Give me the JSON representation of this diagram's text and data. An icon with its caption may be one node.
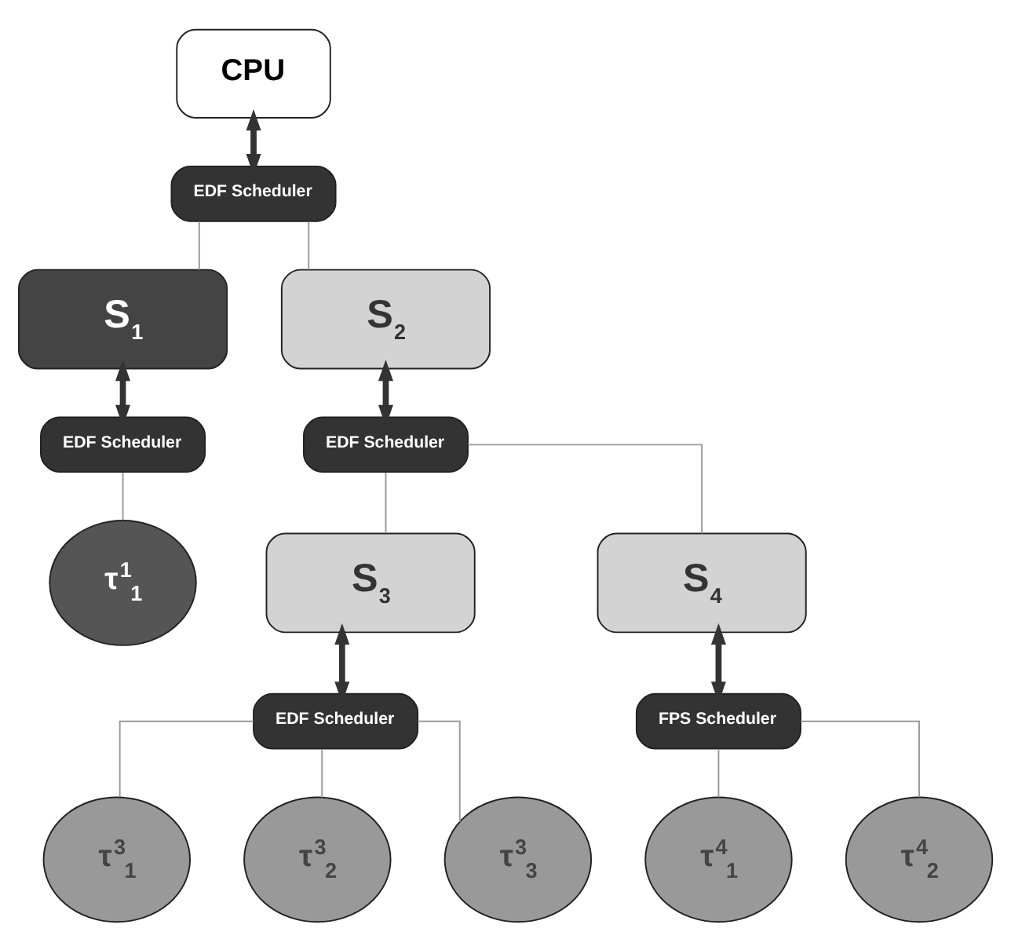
{
  "diagram": {
    "nodes": [
      {
        "text": [
          "CPU"
        ]
      },
      {
        "text": [
          "EDF Scheduler"
        ]
      },
      {
        "text": [
          "S$_{1}$"
        ]
      },
      {
        "text": [
          "S$_{2}$"
        ]
      },
      {
        "text": [
          "EDF Scheduler"
        ]
      },
      {
        "text": [
          "EDF Scheduler"
        ]
      },
      {
        "text": [
          "τ$^{1}$$_{1}$"
        ]
      },
      {
        "text": [
          "S$_{3}$"
        ]
      },
      {
        "text": [
          "S$_{4}$"
        ]
      },
      {
        "text": [
          "EDF Scheduler"
        ]
      },
      {
        "text": [
          "FPS Scheduler"
        ]
      },
      {
        "text": [
          "τ$^{3}$$_{1}$"
        ]
      },
      {
        "text": [
          "τ$^{3}$$_{2}$"
        ]
      },
      {
        "text": [
          "τ$^{3}$$_{3}$"
        ]
      },
      {
        "text": [
          "τ$^{4}$$_{1}$"
        ]
      },
      {
        "text": [
          "τ$^{4}$$_{2}$"
        ]
      }
    ],
    "edges": [
      {
        "from": 0,
        "to": 1,
        "arrow": "both",
        "style": "thick",
        "color": "#333333"
      },
      {
        "from": 1,
        "to": 2,
        "arrow": "none"
      },
      {
        "from": 1,
        "to": 3,
        "arrow": "none"
      },
      {
        "from": 2,
        "to": 4,
        "arrow": "both",
        "style": "thick",
        "color": "#333333"
      },
      {
        "from": 3,
        "to": 5,
        "arrow": "both",
        "style": "thick",
        "color": "#333333"
      },
      {
        "from": 4,
        "to": 6,
        "arrow": "none"
      },
      {
        "from": 5,
        "to": 7,
        "arrow": "none"
      },
      {
        "from": 5,
        "to": 8,
        "arrow": "none"
      },
      {
        "from": 7,
        "to": 9,
        "arrow": "both",
        "style": "thick",
        "color": "#333333"
      },
      {
        "from": 8,
        "to": 10,
        "arrow": "both",
        "style": "thick",
        "color": "#333333"
      },
      {
        "from": 9,
        "to": 11,
        "arrow": "none"
      },
      {
        "from": 9,
        "to": 12,
        "arrow": "none"
      },
      {
        "from": 9,
        "to": 13,
        "arrow": "none"
      },
      {
        "from": 10,
        "to": 14,
        "arrow": "none"
      },
      {
        "from": 10,
        "to": 15,
        "arrow": "none"
      }
    ]
  }
}
